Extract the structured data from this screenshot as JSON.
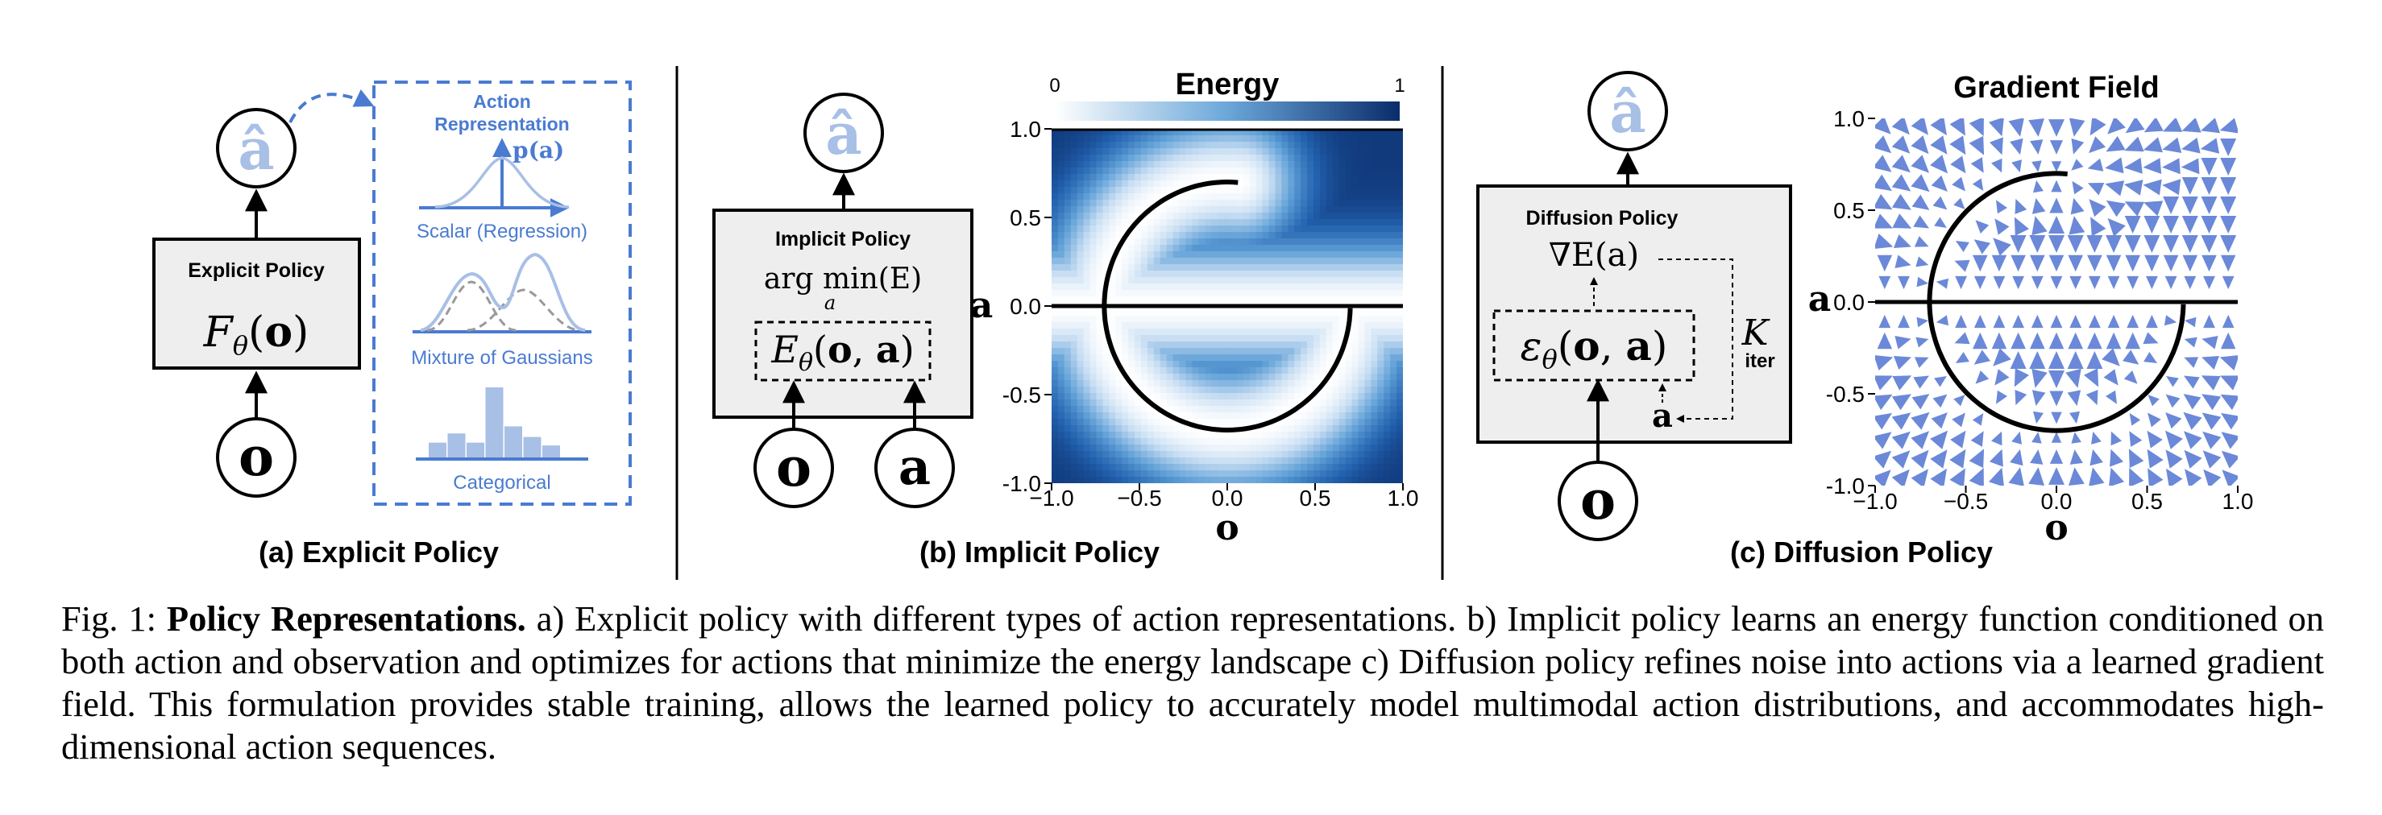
{
  "panels": {
    "a": {
      "caption": "(a) Explicit Policy",
      "box_title": "Explicit Policy",
      "output_symbol": "â",
      "input_symbol": "o",
      "action_rep": {
        "title_line1": "Action",
        "title_line2": "Representation",
        "axis_label": "p(a)",
        "scalar_label": "Scalar (Regression)",
        "mixture_label": "Mixture of Gaussians",
        "categorical_label": "Categorical",
        "categorical_levels": [
          0.22,
          0.35,
          0.22,
          1.0,
          0.45,
          0.3,
          0.18
        ]
      }
    },
    "b": {
      "caption": "(b) Implicit Policy",
      "box_title": "Implicit Policy",
      "objective_main": "arg min(E)",
      "objective_sub": "a",
      "output_symbol": "â",
      "input_o": "o",
      "input_a": "a",
      "colorbar": {
        "title": "Energy",
        "min_label": "0",
        "max_label": "1"
      }
    },
    "c": {
      "caption": "(c) Diffusion Policy",
      "box_title": "Diffusion Policy",
      "gradient_label": "∇E(a)",
      "output_symbol": "â",
      "input_symbol": "o",
      "iter_symbol": "K",
      "iter_sub": "iter",
      "noisy_action": "a"
    }
  },
  "charts": {
    "energy": {
      "x_ticks": [
        "−1.0",
        "−0.5",
        "0.0",
        "0.5",
        "1.0"
      ],
      "y_ticks": [
        "1.0",
        "0.5",
        "0.0",
        "-0.5",
        "-1.0"
      ],
      "xlabel": "o",
      "ylabel": "a"
    },
    "gradient": {
      "title": "Gradient Field",
      "x_ticks": [
        "−1.0",
        "−0.5",
        "0.0",
        "0.5",
        "1.0"
      ],
      "y_ticks": [
        "1.0",
        "0.5",
        "0.0",
        "-0.5",
        "-1.0"
      ],
      "xlabel": "o",
      "ylabel": "a"
    }
  },
  "chart_data": [
    {
      "type": "heatmap",
      "title": "Energy",
      "xlabel": "o",
      "ylabel": "a",
      "xlim": [
        -1.0,
        1.0
      ],
      "ylim": [
        -1.0,
        1.0
      ],
      "colorbar_range": [
        0,
        1
      ],
      "curve": {
        "radius": 0.7,
        "center": [
          0.0,
          0.0
        ],
        "theta_start_deg": 85,
        "theta_end_deg": 360
      },
      "line_y": 0.0
    },
    {
      "type": "scatter",
      "title": "Gradient Field",
      "xlabel": "o",
      "ylabel": "a",
      "xlim": [
        -1.0,
        1.0
      ],
      "ylim": [
        -1.0,
        1.0
      ],
      "grid_n": 19,
      "curve": {
        "radius": 0.7,
        "center": [
          0.0,
          0.0
        ],
        "theta_start_deg": 85,
        "theta_end_deg": 360
      },
      "line_y": 0.0
    }
  ],
  "caption": {
    "prefix": "Fig. 1: ",
    "bold": "Policy Representations.",
    "text": " a) Explicit policy with different types of action representations. b) Implicit policy learns an energy function conditioned on both action and observation and optimizes for actions that minimize the energy landscape c) Diffusion policy refines noise into actions via a learned gradient field. This formulation provides stable training, allows the learned policy to accurately model multimodal action distributions, and accommodates high-dimensional action sequences."
  },
  "colors": {
    "accent": "#4a7bd1",
    "light_symbol": "#a8bfe6",
    "box_fill": "#eeeeee",
    "arrow_fill": "#6b89d8"
  }
}
